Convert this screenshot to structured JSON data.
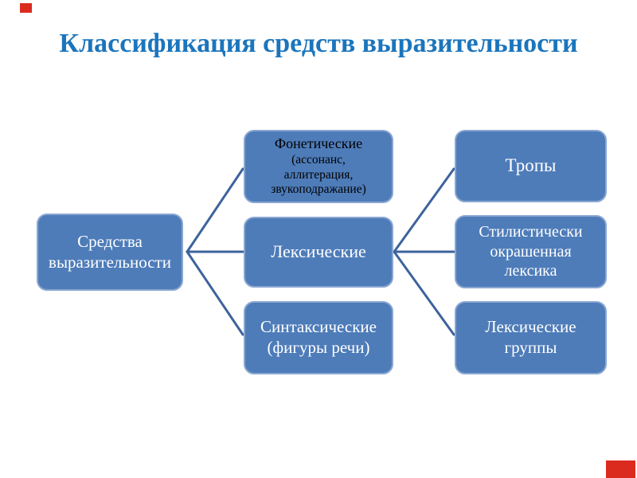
{
  "slide": {
    "title": "Классификация средств выразительности"
  },
  "diagram": {
    "root": {
      "label": "Средства\nвыразительности"
    },
    "middle": [
      {
        "label": "Фонетические",
        "sublabel": "(ассонанс,\nаллитерация,\nзвукоподражание)"
      },
      {
        "label": "Лексические"
      },
      {
        "label": "Синтаксические\n(фигуры речи)"
      }
    ],
    "right": [
      {
        "label": "Тропы"
      },
      {
        "label": "Стилистически\nокрашенная\nлексика"
      },
      {
        "label": "Лексические\nгруппы"
      }
    ]
  },
  "colors": {
    "title_color": "#1B75BC",
    "box_fill": "#4E7CB9",
    "box_border": "#8AA7D1",
    "box_text": "#FFFFFF",
    "phonetic_text": "#000000",
    "connector": "#3D639C",
    "corner_accent": "#DB2B1F"
  }
}
